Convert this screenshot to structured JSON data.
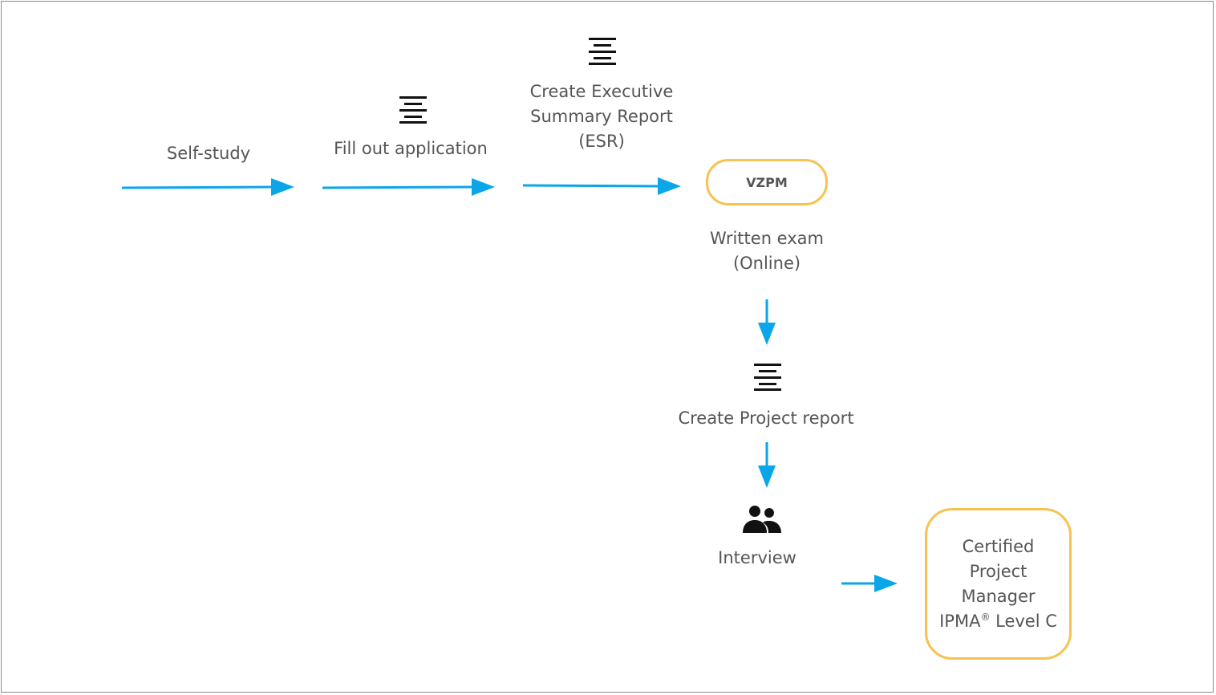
{
  "colors": {
    "arrow": "#0AA6E8",
    "box_border": "#F7C24F",
    "text": "#555555",
    "icon": "#111111"
  },
  "steps": {
    "self_study": "Self-study",
    "fill_application": "Fill out application",
    "esr_line1": "Create Executive",
    "esr_line2": "Summary Report",
    "esr_line3": "(ESR)",
    "vzpm": "VZPM",
    "written_exam_line1": "Written exam",
    "written_exam_line2": "(Online)",
    "project_report": "Create Project report",
    "interview": "Interview"
  },
  "result": {
    "line1": "Certified",
    "line2": "Project",
    "line3": "Manager",
    "line4_prefix": "IPMA",
    "line4_sup": "®",
    "line4_suffix": " Level C"
  },
  "icons": {
    "fill_application": "document-lines-icon",
    "esr": "document-lines-icon",
    "project_report": "document-lines-icon",
    "interview": "people-icon"
  }
}
